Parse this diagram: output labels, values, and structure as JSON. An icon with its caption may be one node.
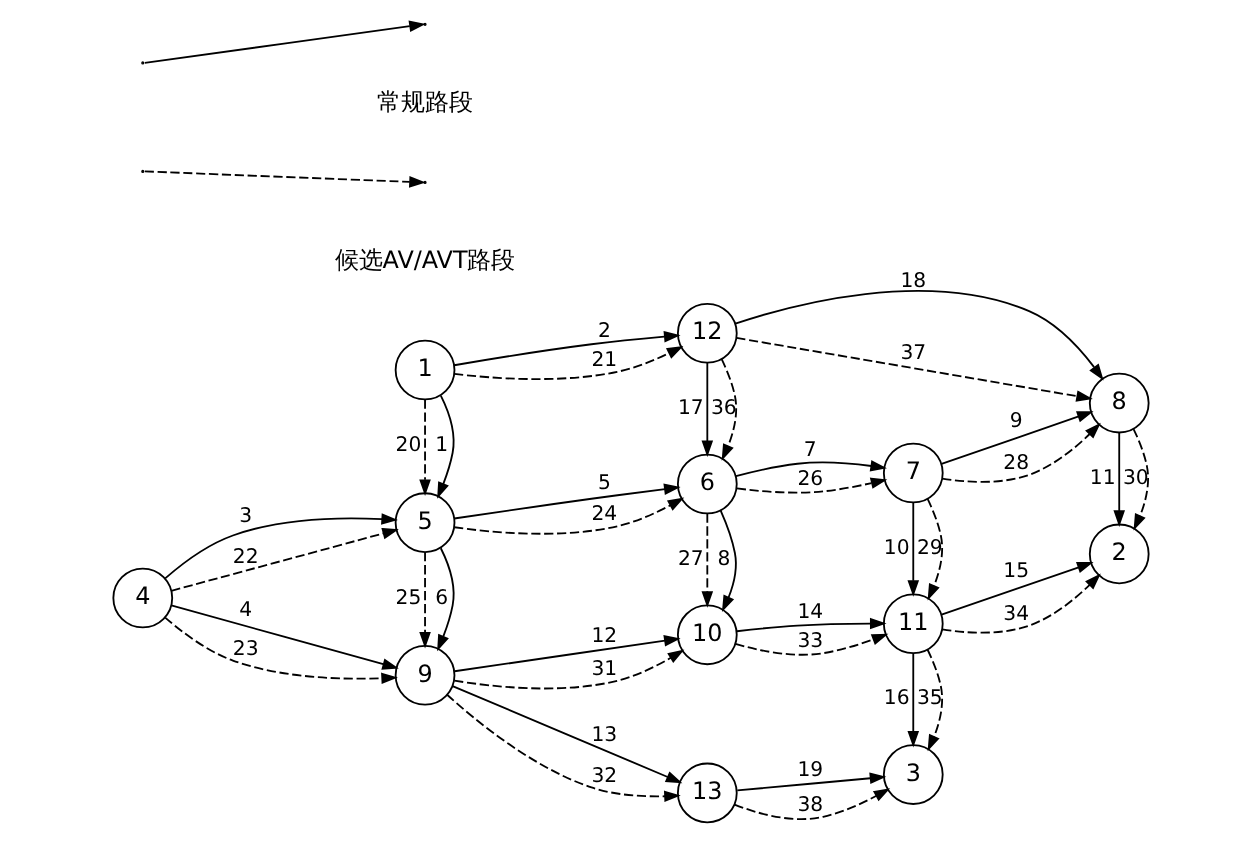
{
  "diagram": {
    "nodes": [
      {
        "text": [
          "1"
        ]
      },
      {
        "text": [
          "12"
        ]
      },
      {
        "text": [
          "4"
        ]
      },
      {
        "text": [
          "5"
        ]
      },
      {
        "text": [
          "6"
        ]
      },
      {
        "text": [
          "7"
        ]
      },
      {
        "text": [
          "8"
        ]
      },
      {
        "text": [
          "9"
        ]
      },
      {
        "text": [
          "10"
        ]
      },
      {
        "text": [
          "11"
        ]
      },
      {
        "text": [
          "2"
        ]
      },
      {
        "text": [
          "13"
        ]
      },
      {
        "text": [
          "3"
        ]
      }
    ],
    "edges": [
      {
        "from": 0,
        "to": 3,
        "arrow": "to",
        "label": "1"
      },
      {
        "from": 0,
        "to": 1,
        "arrow": "to",
        "label": "2"
      },
      {
        "from": 2,
        "to": 3,
        "arrow": "to",
        "label": "3"
      },
      {
        "from": 2,
        "to": 7,
        "arrow": "to",
        "label": "4"
      },
      {
        "from": 3,
        "to": 4,
        "arrow": "to",
        "label": "5"
      },
      {
        "from": 3,
        "to": 7,
        "arrow": "to",
        "label": "6"
      },
      {
        "from": 4,
        "to": 5,
        "arrow": "to",
        "label": "7"
      },
      {
        "from": 4,
        "to": 8,
        "arrow": "to",
        "label": "8"
      },
      {
        "from": 5,
        "to": 6,
        "arrow": "to",
        "label": "9"
      },
      {
        "from": 5,
        "to": 9,
        "arrow": "to",
        "label": "10"
      },
      {
        "from": 6,
        "to": 10,
        "arrow": "to",
        "label": "11"
      },
      {
        "from": 7,
        "to": 8,
        "arrow": "to",
        "label": "12"
      },
      {
        "from": 7,
        "to": 11,
        "arrow": "to",
        "label": "13"
      },
      {
        "from": 8,
        "to": 9,
        "arrow": "to",
        "label": "14"
      },
      {
        "from": 9,
        "to": 10,
        "arrow": "to",
        "label": "15"
      },
      {
        "from": 9,
        "to": 12,
        "arrow": "to",
        "label": "16"
      },
      {
        "from": 1,
        "to": 4,
        "arrow": "to",
        "label": "17"
      },
      {
        "from": 1,
        "to": 6,
        "arrow": "to",
        "label": "18"
      },
      {
        "from": 11,
        "to": 12,
        "arrow": "to",
        "label": "19"
      },
      {
        "from": 0,
        "to": 3,
        "arrow": "to",
        "label": "20",
        "style": "dashed"
      },
      {
        "from": 0,
        "to": 1,
        "arrow": "to",
        "label": "21",
        "style": "dashed"
      },
      {
        "from": 2,
        "to": 3,
        "arrow": "to",
        "label": "22",
        "style": "dashed"
      },
      {
        "from": 2,
        "to": 7,
        "arrow": "to",
        "label": "23",
        "style": "dashed"
      },
      {
        "from": 3,
        "to": 4,
        "arrow": "to",
        "label": "24",
        "style": "dashed"
      },
      {
        "from": 3,
        "to": 7,
        "arrow": "to",
        "label": "25",
        "style": "dashed"
      },
      {
        "from": 4,
        "to": 5,
        "arrow": "to",
        "label": "26",
        "style": "dashed"
      },
      {
        "from": 4,
        "to": 8,
        "arrow": "to",
        "label": "27",
        "style": "dashed"
      },
      {
        "from": 5,
        "to": 6,
        "arrow": "to",
        "label": "28",
        "style": "dashed"
      },
      {
        "from": 5,
        "to": 9,
        "arrow": "to",
        "label": "29",
        "style": "dashed"
      },
      {
        "from": 6,
        "to": 10,
        "arrow": "to",
        "label": "30",
        "style": "dashed"
      },
      {
        "from": 7,
        "to": 8,
        "arrow": "to",
        "label": "31",
        "style": "dashed"
      },
      {
        "from": 7,
        "to": 11,
        "arrow": "to",
        "label": "32",
        "style": "dashed"
      },
      {
        "from": 8,
        "to": 9,
        "arrow": "to",
        "label": "33",
        "style": "dashed"
      },
      {
        "from": 9,
        "to": 10,
        "arrow": "to",
        "label": "34",
        "style": "dashed"
      },
      {
        "from": 9,
        "to": 12,
        "arrow": "to",
        "label": "35",
        "style": "dashed"
      },
      {
        "from": 1,
        "to": 4,
        "arrow": "to",
        "label": "36",
        "style": "dashed"
      },
      {
        "from": 1,
        "to": 6,
        "arrow": "to",
        "label": "37",
        "style": "dashed"
      },
      {
        "from": 11,
        "to": 12,
        "arrow": "to",
        "label": "38",
        "style": "dashed"
      }
    ],
    "legend": [
      {
        "text": "常规路段"
      },
      {
        "text": "候选AV/AVT路段"
      }
    ]
  }
}
